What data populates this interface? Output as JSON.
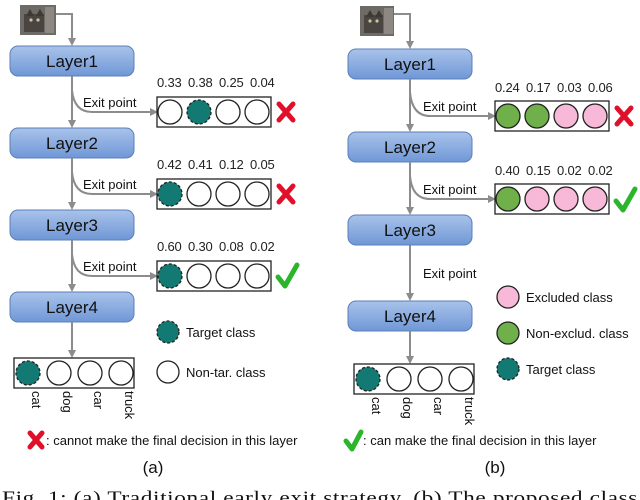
{
  "panels": {
    "a": {
      "layers": [
        "Layer1",
        "Layer2",
        "Layer3",
        "Layer4"
      ],
      "exit_label": "Exit point",
      "probs": [
        [
          "0.33",
          "0.38",
          "0.25",
          "0.04"
        ],
        [
          "0.42",
          "0.41",
          "0.12",
          "0.05"
        ],
        [
          "0.60",
          "0.30",
          "0.08",
          "0.02"
        ]
      ],
      "legend": {
        "target": "Target class",
        "non_target": "Non-tar. class"
      },
      "caption": "(a)"
    },
    "b": {
      "layers": [
        "Layer1",
        "Layer2",
        "Layer3",
        "Layer4"
      ],
      "exit_label": "Exit point",
      "probs": [
        [
          "0.24",
          "0.17",
          "0.03",
          "0.06"
        ],
        [
          "0.40",
          "0.15",
          "0.02",
          "0.02"
        ]
      ],
      "legend": {
        "excluded": "Excluded class",
        "non_excluded": "Non-exclud. class",
        "target": "Target class"
      },
      "caption": "(b)"
    }
  },
  "classes": [
    "cat",
    "dog",
    "car",
    "truck"
  ],
  "notes": {
    "cross": ": cannot make the final decision in this layer",
    "check": ": can make the final decision in this layer"
  },
  "figure_caption": "Fig. 1: (a) Traditional early exit strategy. (b) The proposed class"
}
